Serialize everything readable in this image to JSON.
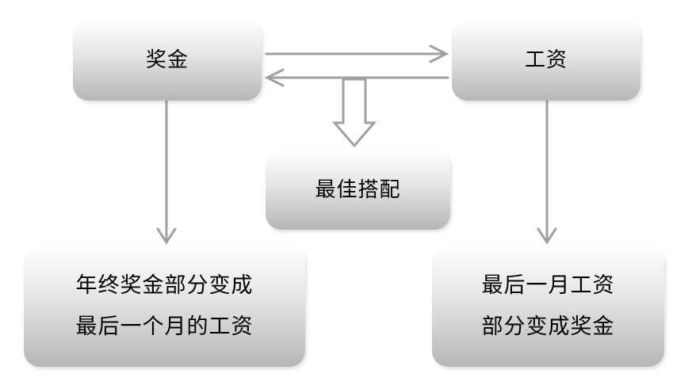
{
  "nodes": {
    "bonus": "奖金",
    "salary": "工资",
    "best_match": "最佳搭配",
    "left_result": [
      "年终奖金部分变成",
      "最后一个月的工资"
    ],
    "right_result": [
      "最后一月工资",
      "部分变成奖金"
    ]
  },
  "colors": {
    "arrow": "#a0a0a0",
    "box_top": "#ffffff",
    "box_mid": "#e4e4e4",
    "box_bottom": "#b6b6b6",
    "text": "#000000"
  }
}
